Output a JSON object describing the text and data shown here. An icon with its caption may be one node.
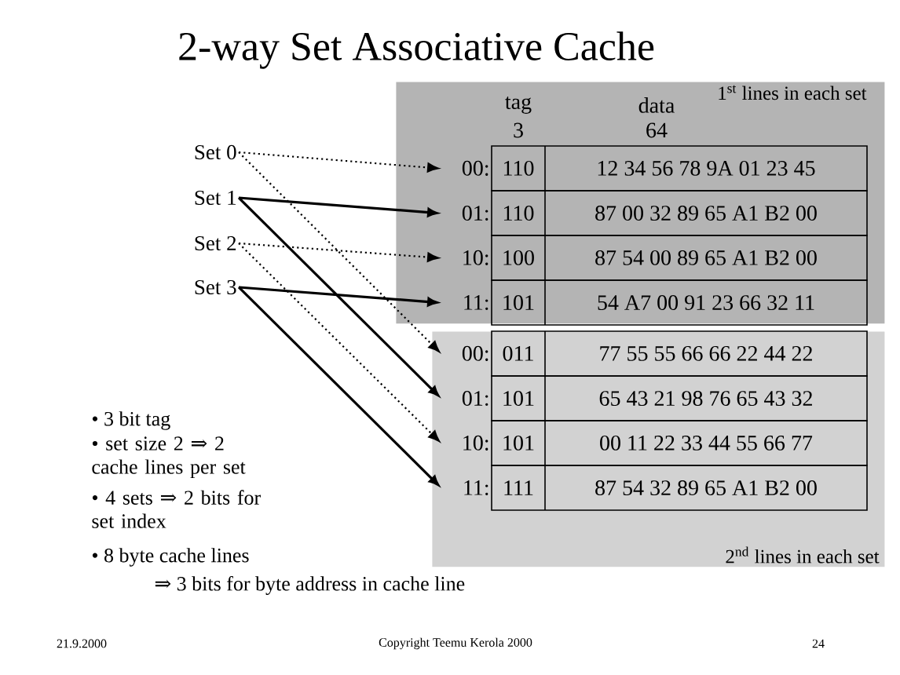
{
  "diagram": {
    "title": "2-way Set Associative Cache",
    "nodes": [
      {
        "text": [
          "Set 0"
        ]
      },
      {
        "text": [
          "Set 1"
        ]
      },
      {
        "text": [
          "Set 2"
        ]
      },
      {
        "text": [
          "Set 3"
        ]
      },
      {
        "text": [
          "1$^{st}$ lines in each set"
        ]
      },
      {
        "text": [
          "00:",
          "110",
          "12 34 56 78 9A 01 23 45"
        ],
        "in": 4
      },
      {
        "text": [
          "01:",
          "110",
          "87 00 32 89 65 A1 B2 00"
        ],
        "in": 4
      },
      {
        "text": [
          "10:",
          "100",
          "87 54 00 89 65 A1 B2 00"
        ],
        "in": 4
      },
      {
        "text": [
          "11:",
          "101",
          "54 A7 00 91 23 66 32 11"
        ],
        "in": 4
      },
      {
        "text": [
          "2$^{nd}$ lines in each set"
        ]
      },
      {
        "text": [
          "00:",
          "011",
          "77 55 55 66 66 22 44 22"
        ],
        "in": 9
      },
      {
        "text": [
          "01:",
          "101",
          "65 43 21 98 76 65 43 32"
        ],
        "in": 9
      },
      {
        "text": [
          "10:",
          "101",
          "00 11 22 33 44 55 66 77"
        ],
        "in": 9
      },
      {
        "text": [
          "11:",
          "111",
          "87 54 32 89 65 A1 B2 00"
        ],
        "in": 9
      }
    ],
    "edges": [
      {
        "from": 0,
        "to": 5,
        "arrow": "to",
        "style": "dashed"
      },
      {
        "from": 0,
        "to": 10,
        "arrow": "to",
        "style": "dashed"
      },
      {
        "from": 1,
        "to": 6,
        "arrow": "to"
      },
      {
        "from": 1,
        "to": 11,
        "arrow": "to"
      },
      {
        "from": 2,
        "to": 7,
        "arrow": "to",
        "style": "dashed"
      },
      {
        "from": 2,
        "to": 12,
        "arrow": "to",
        "style": "dashed"
      },
      {
        "from": 3,
        "to": 8,
        "arrow": "to"
      },
      {
        "from": 3,
        "to": 13,
        "arrow": "to"
      }
    ],
    "labels": [
      "tag",
      "3",
      "data",
      "64",
      "• 3 bit tag",
      "• set size 2 ⇒ 2 cache lines per set",
      "• 4 sets ⇒ 2 bits for set index",
      "• 8 byte cache lines",
      "⇒ 3 bits for byte address in cache line",
      "21.9.2000",
      "Copyright Teemu Kerola 2000",
      "24"
    ]
  }
}
